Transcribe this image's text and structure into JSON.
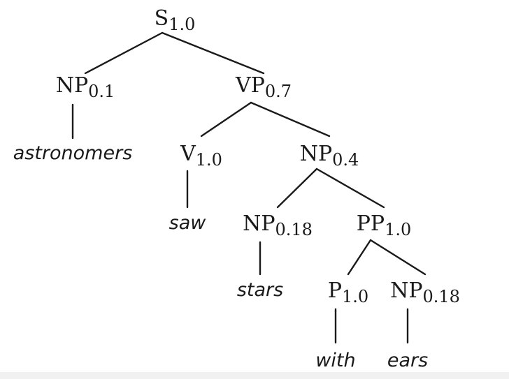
{
  "tree": {
    "nodes": [
      {
        "id": "s",
        "cat": "S",
        "prob": "1.0"
      },
      {
        "id": "np1",
        "cat": "NP",
        "prob": "0.1"
      },
      {
        "id": "vp",
        "cat": "VP",
        "prob": "0.7"
      },
      {
        "id": "v",
        "cat": "V",
        "prob": "1.0"
      },
      {
        "id": "np2",
        "cat": "NP",
        "prob": "0.4"
      },
      {
        "id": "np3",
        "cat": "NP",
        "prob": "0.18"
      },
      {
        "id": "pp",
        "cat": "PP",
        "prob": "1.0"
      },
      {
        "id": "p",
        "cat": "P",
        "prob": "1.0"
      },
      {
        "id": "np4",
        "cat": "NP",
        "prob": "0.18"
      }
    ],
    "words": [
      {
        "id": "w-astronomers",
        "text": "astronomers"
      },
      {
        "id": "w-saw",
        "text": "saw"
      },
      {
        "id": "w-stars",
        "text": "stars"
      },
      {
        "id": "w-with",
        "text": "with"
      },
      {
        "id": "w-ears",
        "text": "ears"
      }
    ],
    "edges": [
      [
        "s",
        "np1"
      ],
      [
        "s",
        "vp"
      ],
      [
        "np1",
        "w-astronomers"
      ],
      [
        "vp",
        "v"
      ],
      [
        "vp",
        "np2"
      ],
      [
        "v",
        "w-saw"
      ],
      [
        "np2",
        "np3"
      ],
      [
        "np2",
        "pp"
      ],
      [
        "np3",
        "w-stars"
      ],
      [
        "pp",
        "p"
      ],
      [
        "pp",
        "np4"
      ],
      [
        "p",
        "w-with"
      ],
      [
        "np4",
        "w-ears"
      ]
    ]
  }
}
